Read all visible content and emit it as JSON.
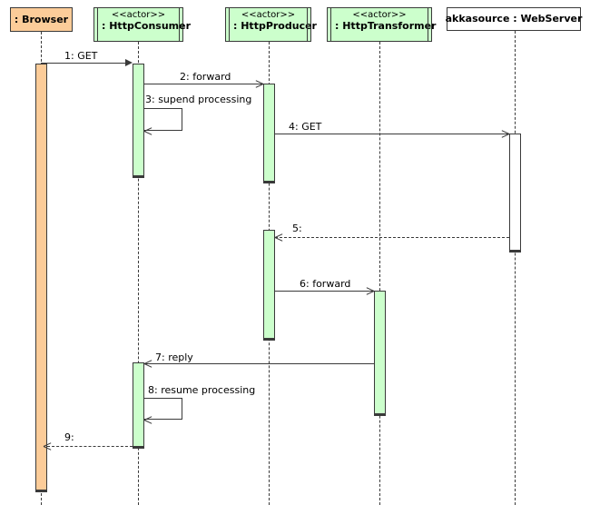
{
  "diagram": {
    "type": "uml-sequence-diagram",
    "background": "#ffffff",
    "colors": {
      "actor_fill": "#ccffcc",
      "browser_fill": "#fccc99",
      "server_fill": "#ffffff",
      "stroke": "#3a3a3a"
    }
  },
  "participants": [
    {
      "id": "browser",
      "stereotype": "",
      "name": ": Browser",
      "fill": "#fccc99",
      "style": "plain"
    },
    {
      "id": "consumer",
      "stereotype": "<<actor>>",
      "name": ": HttpConsumer",
      "fill": "#ccffcc",
      "style": "actor"
    },
    {
      "id": "producer",
      "stereotype": "<<actor>>",
      "name": ": HttpProducer",
      "fill": "#ccffcc",
      "style": "actor"
    },
    {
      "id": "transformer",
      "stereotype": "<<actor>>",
      "name": ": HttpTransformer",
      "fill": "#ccffcc",
      "style": "actor"
    },
    {
      "id": "webserver",
      "stereotype": "",
      "name": "akkasource : WebServer",
      "fill": "#ffffff",
      "style": "plain"
    }
  ],
  "messages": [
    {
      "seq": "1",
      "label": "1: GET",
      "from": "browser",
      "to": "consumer",
      "kind": "call",
      "direction": "right"
    },
    {
      "seq": "2",
      "label": "2: forward",
      "from": "consumer",
      "to": "producer",
      "kind": "call",
      "direction": "right"
    },
    {
      "seq": "3",
      "label": "3: supend processing",
      "from": "consumer",
      "to": "consumer",
      "kind": "self",
      "direction": "left"
    },
    {
      "seq": "4",
      "label": "4: GET",
      "from": "producer",
      "to": "webserver",
      "kind": "call",
      "direction": "right"
    },
    {
      "seq": "5",
      "label": "5:",
      "from": "webserver",
      "to": "producer",
      "kind": "return",
      "direction": "left"
    },
    {
      "seq": "6",
      "label": "6: forward",
      "from": "producer",
      "to": "transformer",
      "kind": "call",
      "direction": "right"
    },
    {
      "seq": "7",
      "label": "7: reply",
      "from": "transformer",
      "to": "consumer",
      "kind": "call",
      "direction": "left"
    },
    {
      "seq": "8",
      "label": "8: resume processing",
      "from": "consumer",
      "to": "consumer",
      "kind": "self",
      "direction": "left"
    },
    {
      "seq": "9",
      "label": "9:",
      "from": "consumer",
      "to": "browser",
      "kind": "return",
      "direction": "left"
    }
  ]
}
